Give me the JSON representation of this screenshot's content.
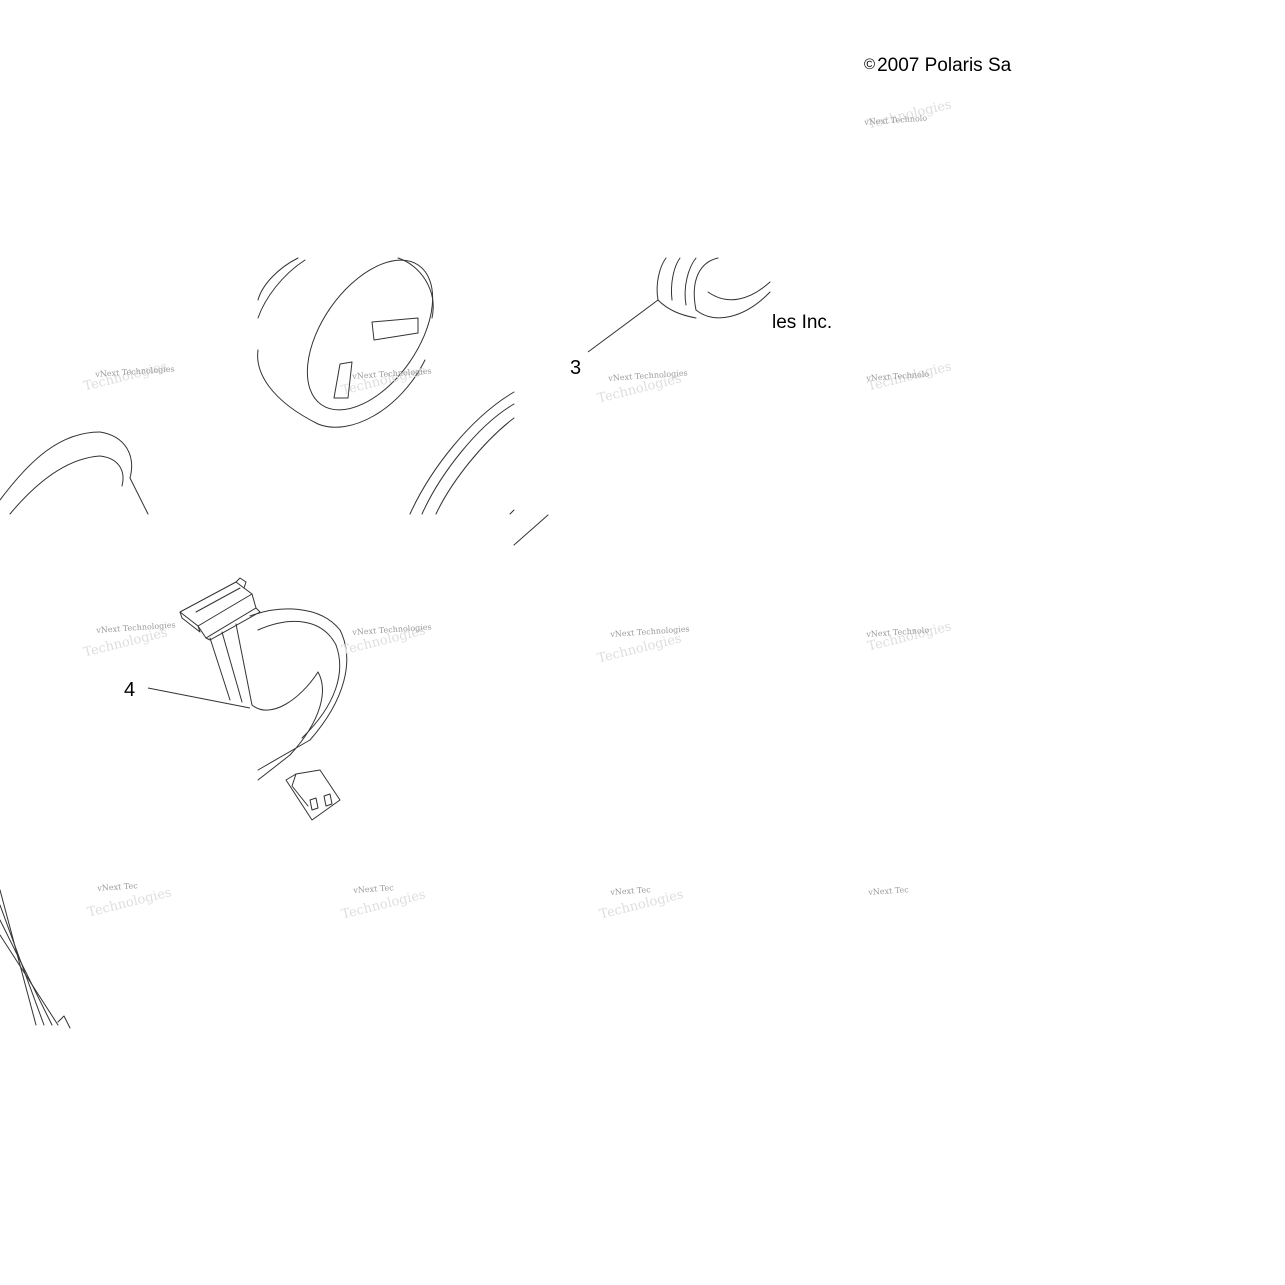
{
  "copyright": {
    "symbol": "©",
    "text": "2007 Polaris Sa",
    "tail": "les Inc."
  },
  "callouts": [
    {
      "id": "3",
      "label": "3"
    },
    {
      "id": "4",
      "label": "4"
    }
  ],
  "watermark": {
    "full": "vNext Technologies",
    "truncated_a": "vNext Tec",
    "truncated_b": "vNext Technolo",
    "ghost": "Technologies"
  },
  "colors": {
    "line": "#333333",
    "watermark": "#8a8a8a",
    "background": "#ffffff"
  }
}
